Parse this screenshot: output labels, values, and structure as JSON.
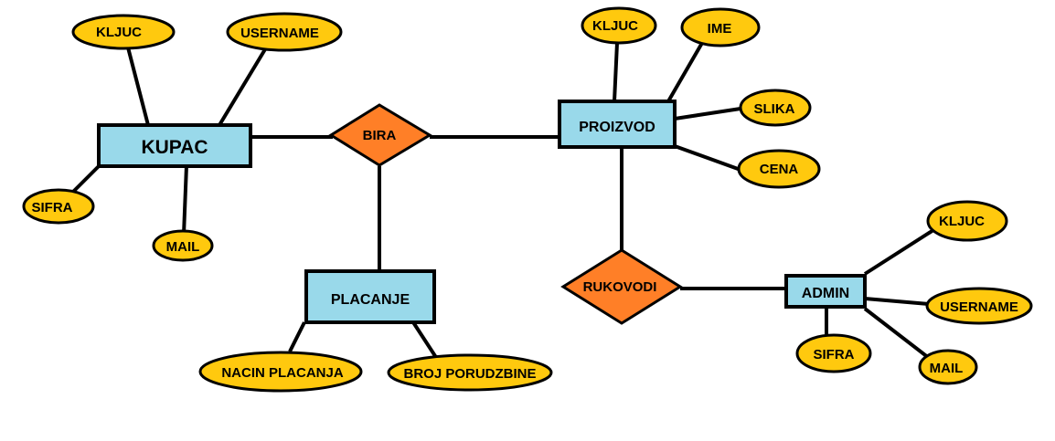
{
  "colors": {
    "entity_fill": "#99d9ea",
    "attribute_fill": "#ffc90e",
    "relationship_fill": "#ff7f27",
    "stroke": "#000000"
  },
  "entities": {
    "kupac": "KUPAC",
    "proizvod": "PROIZVOD",
    "placanje": "PLACANJE",
    "admin": "ADMIN"
  },
  "relationships": {
    "bira": "BIRA",
    "rukovodi": "RUKOVODI"
  },
  "attributes": {
    "kupac_kljuc": "KLJUC",
    "kupac_username": "USERNAME",
    "kupac_sifra": "SIFRA",
    "kupac_mail": "MAIL",
    "proizvod_kljuc": "KLJUC",
    "proizvod_ime": "IME",
    "proizvod_slika": "SLIKA",
    "proizvod_cena": "CENA",
    "placanje_nacin": "NACIN PLACANJA",
    "placanje_broj": "BROJ PORUDZBINE",
    "admin_kljuc": "KLJUC",
    "admin_username": "USERNAME",
    "admin_sifra": "SIFRA",
    "admin_mail": "MAIL"
  }
}
